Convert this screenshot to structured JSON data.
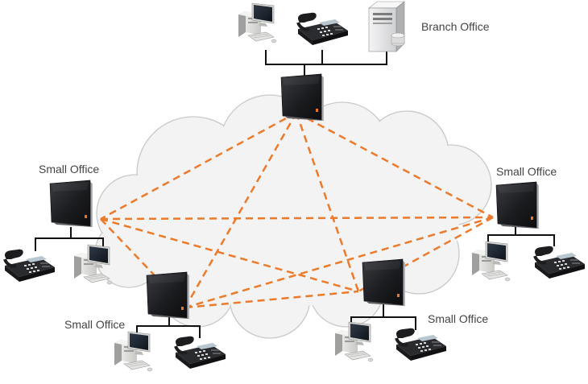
{
  "diagram": {
    "offices": [
      {
        "id": "branch",
        "label": "Branch Office"
      },
      {
        "id": "small_left",
        "label": "Small Office"
      },
      {
        "id": "small_right",
        "label": "Small Office"
      },
      {
        "id": "small_bottom_left",
        "label": "Small Office"
      },
      {
        "id": "small_bottom_right",
        "label": "Small Office"
      }
    ],
    "colors": {
      "vpn_link": "#ec7a2a",
      "cloud_fill": "#f3f3f3",
      "cloud_stroke": "#c9c9c9",
      "device_dark": "#1e1f22",
      "accent": "#e8741e"
    },
    "icons": [
      "vpn-router-icon",
      "desktop-computer-icon",
      "ip-phone-icon",
      "server-icon"
    ]
  }
}
